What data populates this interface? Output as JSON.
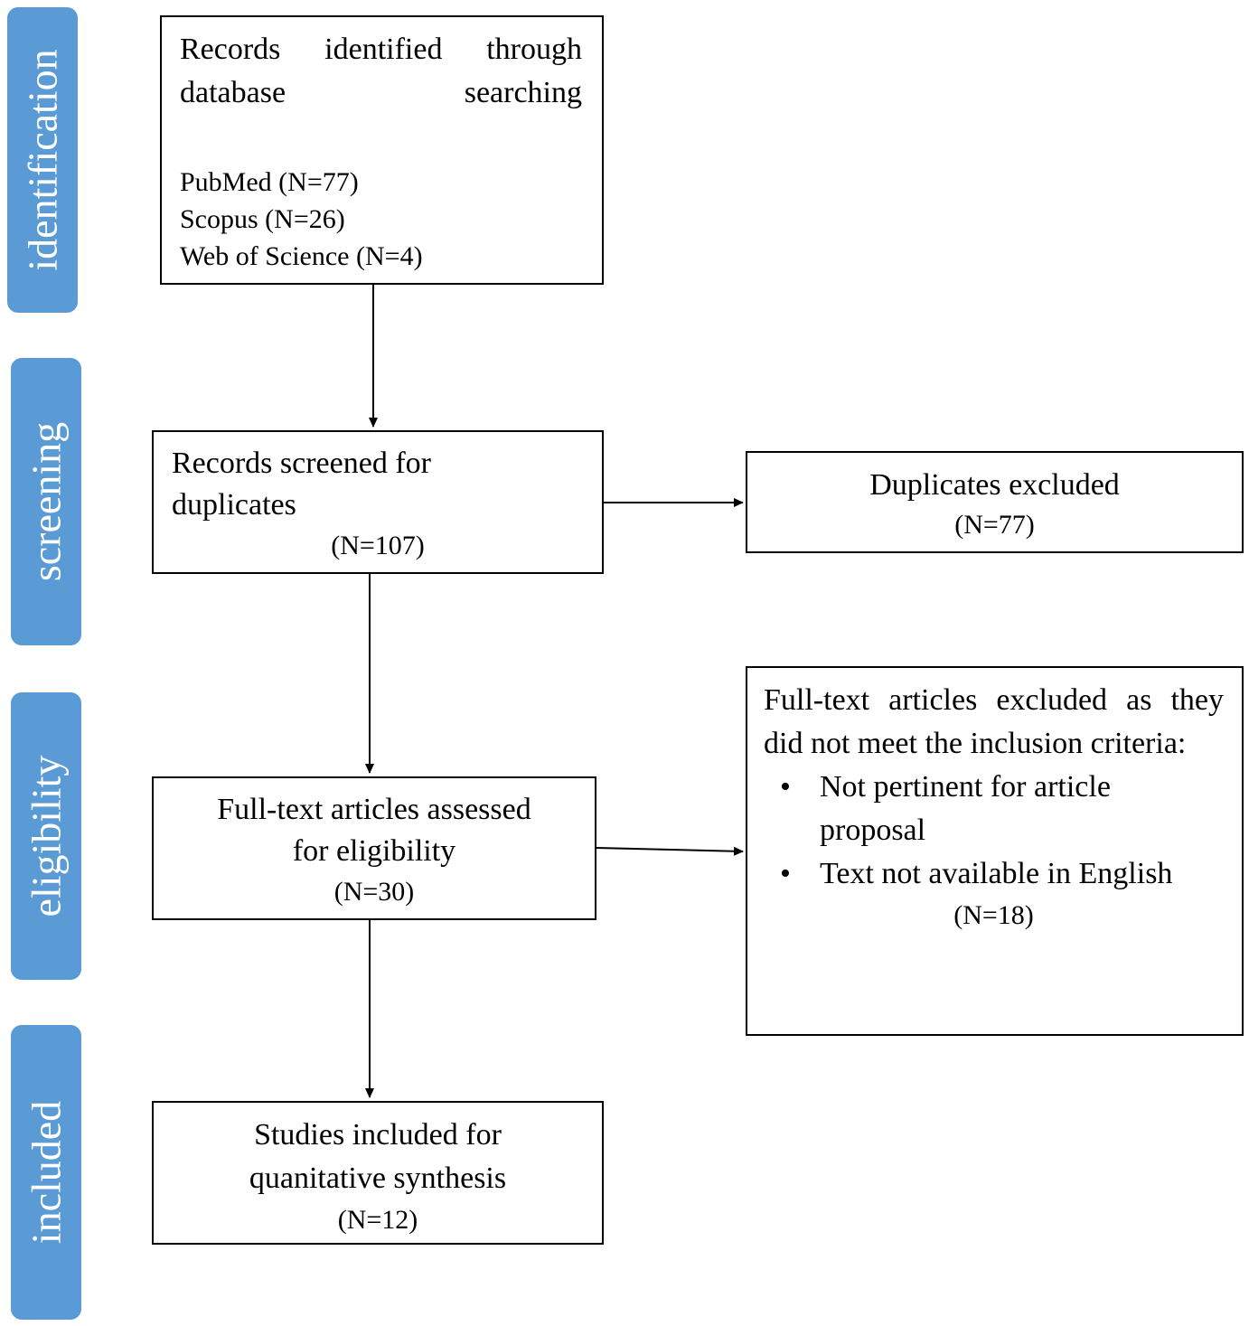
{
  "stages": {
    "identification": "identification",
    "screening": "screening",
    "eligibility": "eligibility",
    "included": "included"
  },
  "boxes": {
    "identified": {
      "title": "Records identified through database searching",
      "sources": [
        "PubMed (N=77)",
        "Scopus (N=26)",
        "Web of Science (N=4)"
      ]
    },
    "screened": {
      "title_line1": "Records screened for",
      "title_line2": "duplicates",
      "count": "(N=107)"
    },
    "duplicates": {
      "title": "Duplicates excluded",
      "count": "(N=77)"
    },
    "assessed": {
      "title_line1": "Full-text articles assessed",
      "title_line2": "for eligibility",
      "count": "(N=30)"
    },
    "excluded": {
      "title": "Full-text articles excluded as they did not meet the inclusion criteria:",
      "bullet": "•",
      "reasons": [
        "Not pertinent for article proposal",
        "Text not available in English"
      ],
      "count": "(N=18)"
    },
    "included": {
      "title_line1": "Studies included for",
      "title_line2": "quanitative synthesis",
      "count": "(N=12)"
    }
  },
  "colors": {
    "stage_fill": "#5b9bd5",
    "stage_text": "#ffffff",
    "box_border": "#000000"
  }
}
